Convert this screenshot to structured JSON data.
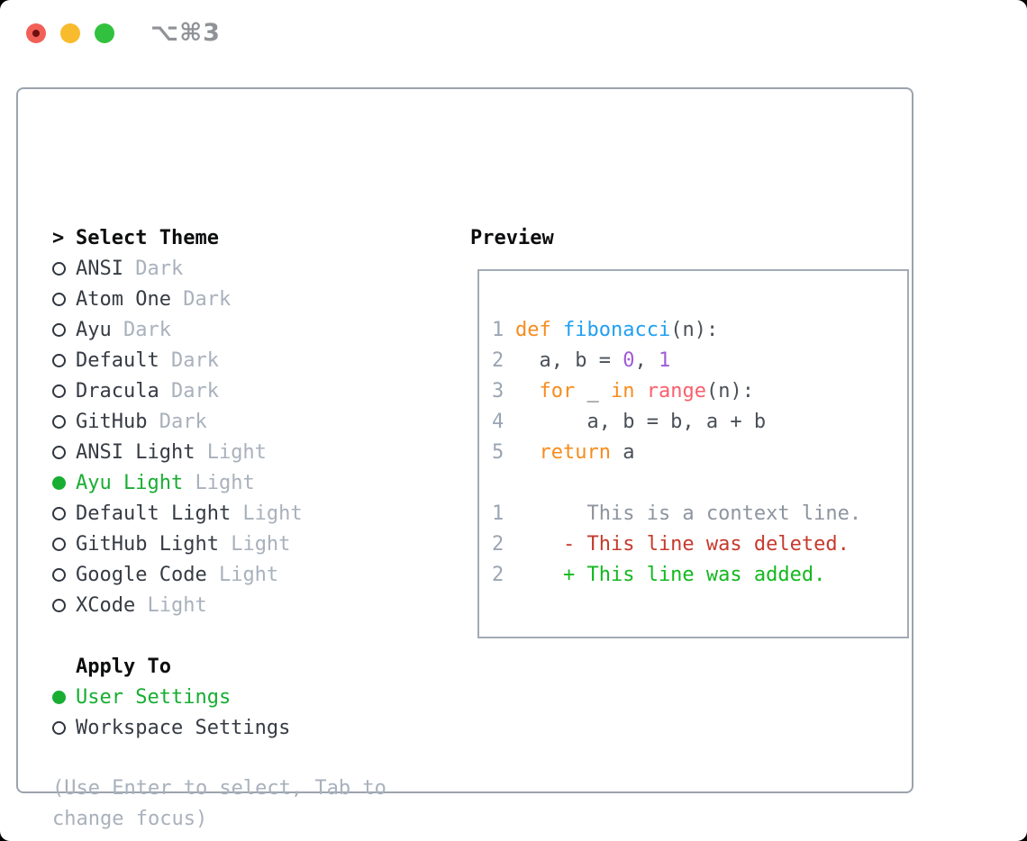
{
  "titlebar": {
    "title": "⌥⌘3",
    "buttons": [
      "close",
      "minimize",
      "zoom"
    ]
  },
  "theme_list": {
    "prompt": ">",
    "title": "Select Theme",
    "items": [
      {
        "name": "ANSI",
        "variant": "Dark",
        "selected": false
      },
      {
        "name": "Atom One",
        "variant": "Dark",
        "selected": false
      },
      {
        "name": "Ayu",
        "variant": "Dark",
        "selected": false
      },
      {
        "name": "Default",
        "variant": "Dark",
        "selected": false
      },
      {
        "name": "Dracula",
        "variant": "Dark",
        "selected": false
      },
      {
        "name": "GitHub",
        "variant": "Dark",
        "selected": false
      },
      {
        "name": "ANSI Light",
        "variant": "Light",
        "selected": false
      },
      {
        "name": "Ayu Light",
        "variant": "Light",
        "selected": true
      },
      {
        "name": "Default Light",
        "variant": "Light",
        "selected": false
      },
      {
        "name": "GitHub Light",
        "variant": "Light",
        "selected": false
      },
      {
        "name": "Google Code",
        "variant": "Light",
        "selected": false
      },
      {
        "name": "XCode",
        "variant": "Light",
        "selected": false
      }
    ]
  },
  "apply_to": {
    "title": "Apply To",
    "options": [
      {
        "label": "User Settings",
        "selected": true
      },
      {
        "label": "Workspace Settings",
        "selected": false
      }
    ]
  },
  "hint_lines": [
    "(Use Enter to select, Tab to",
    "change focus)"
  ],
  "preview": {
    "title": "Preview",
    "lines": [
      {
        "ln": "1",
        "tokens": [
          [
            "def",
            "keyword"
          ],
          [
            " ",
            "plain"
          ],
          [
            "fibonacci",
            "function"
          ],
          [
            "(n):",
            "plain"
          ]
        ]
      },
      {
        "ln": "2",
        "tokens": [
          [
            "  a, b = ",
            "plain"
          ],
          [
            "0",
            "number"
          ],
          [
            ", ",
            "plain"
          ],
          [
            "1",
            "number"
          ]
        ]
      },
      {
        "ln": "3",
        "tokens": [
          [
            "  ",
            "plain"
          ],
          [
            "for",
            "keyword"
          ],
          [
            " _ ",
            "plain"
          ],
          [
            "in",
            "keyword"
          ],
          [
            " ",
            "plain"
          ],
          [
            "range",
            "builtin"
          ],
          [
            "(n):",
            "plain"
          ]
        ]
      },
      {
        "ln": "4",
        "tokens": [
          [
            "      a, b = b, a + b",
            "plain"
          ]
        ]
      },
      {
        "ln": "5",
        "tokens": [
          [
            "  ",
            "plain"
          ],
          [
            "return",
            "keyword"
          ],
          [
            " a",
            "plain"
          ]
        ]
      },
      {
        "ln": "",
        "tokens": []
      },
      {
        "ln": "1",
        "tokens": [
          [
            "      This is a context line.",
            "context"
          ]
        ]
      },
      {
        "ln": "2",
        "tokens": [
          [
            "    - This line was deleted.",
            "deleted"
          ]
        ]
      },
      {
        "ln": "2",
        "tokens": [
          [
            "    + This line was added.",
            "added"
          ]
        ]
      }
    ]
  },
  "colors": {
    "selected_green": "#17ae32",
    "traffic_red": "#f25f57",
    "traffic_yellow": "#f8bb2d",
    "traffic_green": "#32c13e",
    "panel_border": "#9ba3ad",
    "muted_text": "#a8b1bc",
    "syntax": {
      "keyword": "#f78c1e",
      "function": "#219ff2",
      "number": "#a05bd6",
      "builtin": "#fa5f6c",
      "plain": "#4a5058",
      "context": "#8d959f",
      "deleted": "#c63a2d",
      "added": "#13b81f",
      "lineno": "#9aa5b3"
    }
  }
}
